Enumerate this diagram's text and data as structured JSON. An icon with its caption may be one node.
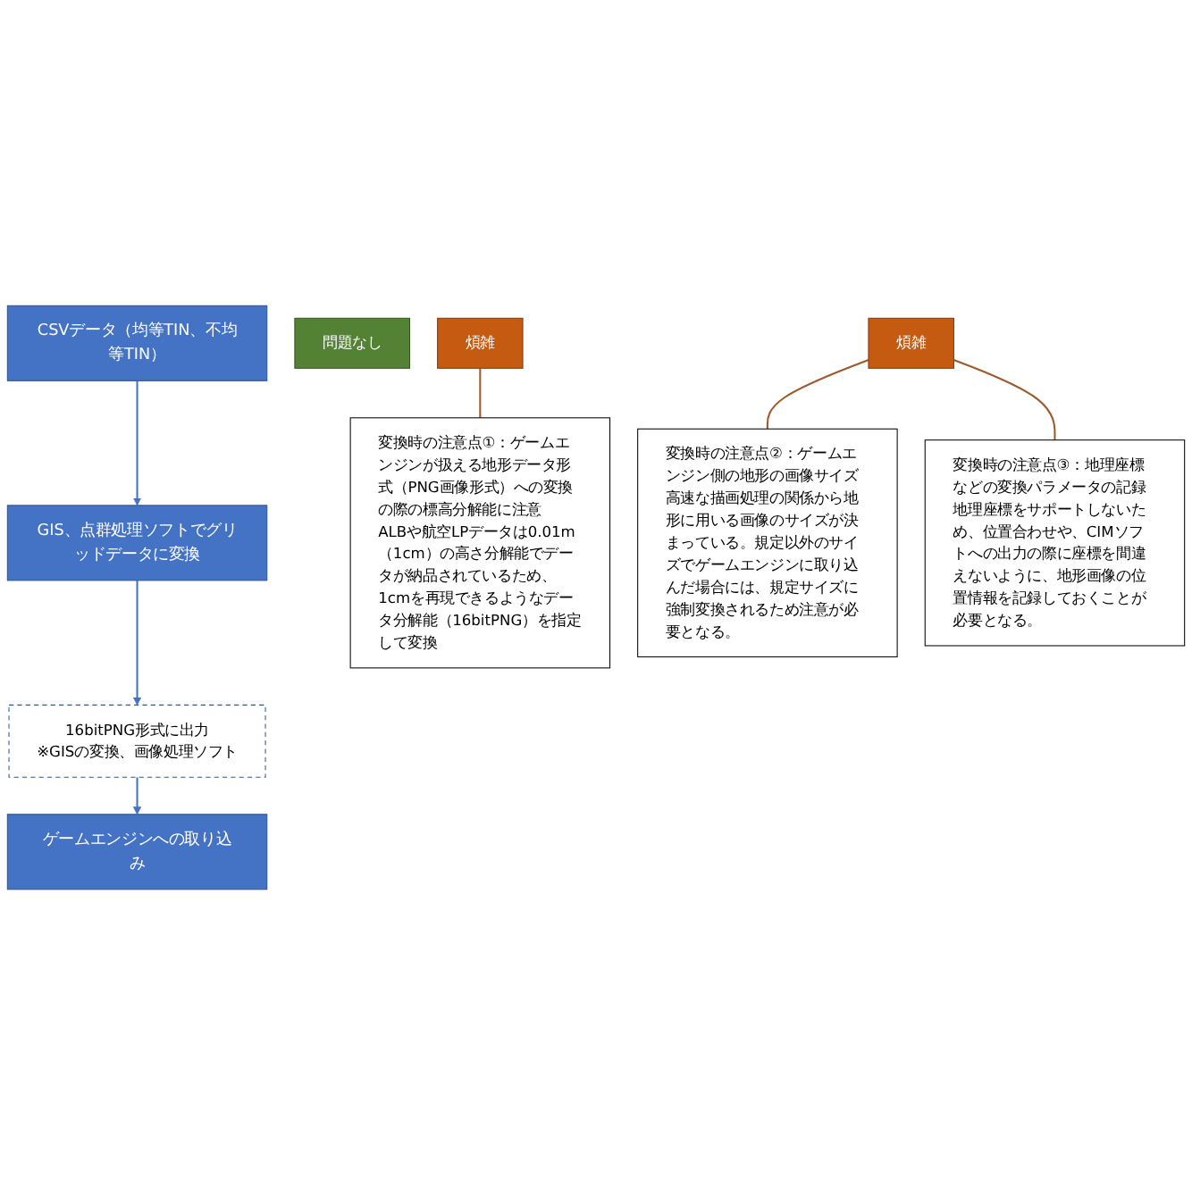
{
  "diagram": {
    "nodes": [
      {
        "text": [
          "CSVデータ（均等TIN、不均等TIN）"
        ]
      },
      {
        "text": [
          "問題なし"
        ]
      },
      {
        "text": [
          "GIS、点群処理ソフトでグリッドデータに変換"
        ]
      },
      {
        "text": [
          "煩雑"
        ]
      },
      {
        "text": [
          "16bitPNG形式に出力",
          "※GISの変換、画像処理ソフト"
        ]
      },
      {
        "text": [
          "煩雑"
        ]
      },
      {
        "text": [
          "ゲームエンジンへの取り込み"
        ]
      },
      {
        "text": [
          "変換時の注意点①：ゲームエンジンが扱える地形データ形式（PNG画像形式）への変換の際の標高分解能に注意",
          "ALBや航空LPデータは0.01m（1cm）の高さ分解能でデータが納品されているため、1cmを再現できるようなデータ分解能（16bitPNG）を指定して変換"
        ]
      },
      {
        "text": [
          "変換時の注意点②：ゲームエンジン側の地形の画像サイズ",
          "高速な描画処理の関係から地形に用いる画像のサイズが決まっている。規定以外のサイズでゲームエンジンに取り込んだ場合には、規定サイズに強制変換されるため注意が必要となる。"
        ]
      },
      {
        "text": [
          "変換時の注意点③：地理座標などの変換パラメータの記録",
          "地理座標をサポートしないため、位置合わせや、CIMソフトへの出力の際に座標を間違えないように、地形画像の位置情報を記録しておくことが必要となる。"
        ]
      }
    ],
    "edges": [
      {
        "from": 0,
        "to": 2,
        "arrow": "to"
      },
      {
        "from": 2,
        "to": 4,
        "arrow": "to"
      },
      {
        "from": 4,
        "to": 6,
        "arrow": "to"
      },
      {
        "from": 3,
        "to": 7,
        "arrow": "none",
        "color": "#9c5a2e"
      },
      {
        "from": 5,
        "to": 8,
        "arrow": "none",
        "color": "#9c5a2e"
      },
      {
        "from": 5,
        "to": 9,
        "arrow": "none",
        "color": "#9c5a2e"
      }
    ]
  }
}
